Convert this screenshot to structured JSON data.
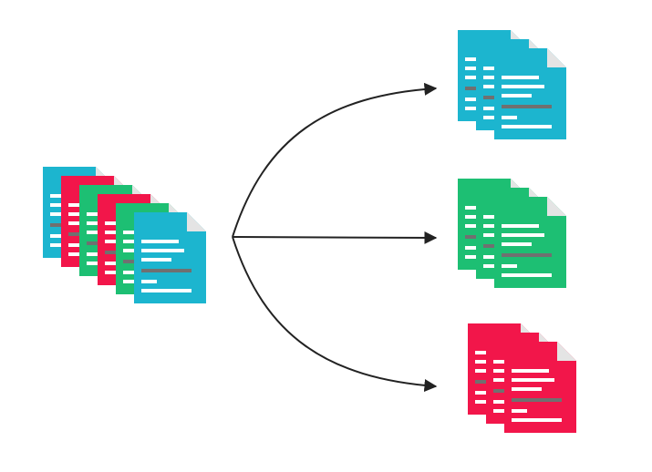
{
  "diagram": {
    "type": "document-classification-flow",
    "colors": {
      "blue": "#1cb5cf",
      "red": "#f2164a",
      "green": "#1dbf73",
      "fold": "#e4e4e4",
      "line_light": "#ffffff",
      "line_dark": "#707070",
      "arrow": "#222222",
      "background": "#ffffff"
    },
    "source_stack": {
      "name": "mixed-document-stack",
      "documents": [
        "blue",
        "red",
        "green",
        "red",
        "green",
        "blue"
      ]
    },
    "output_stacks": [
      {
        "name": "blue-document-stack",
        "color": "blue",
        "count": 3
      },
      {
        "name": "green-document-stack",
        "color": "green",
        "count": 3
      },
      {
        "name": "red-document-stack",
        "color": "red",
        "count": 3
      }
    ],
    "arrows": [
      {
        "name": "arrow-to-blue-stack",
        "target": "blue-document-stack"
      },
      {
        "name": "arrow-to-green-stack",
        "target": "green-document-stack"
      },
      {
        "name": "arrow-to-red-stack",
        "target": "red-document-stack"
      }
    ]
  }
}
